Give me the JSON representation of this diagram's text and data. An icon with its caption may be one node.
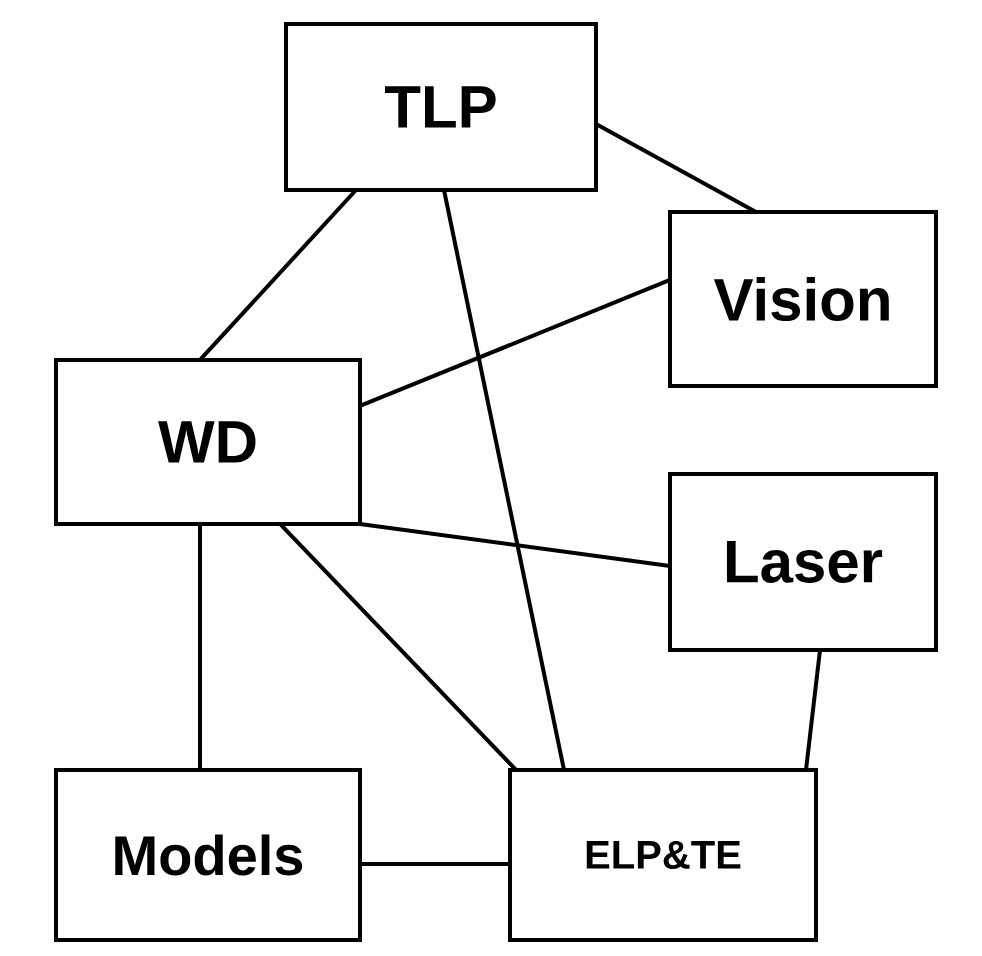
{
  "diagram": {
    "nodes": [
      {
        "text": [
          "TLP"
        ]
      },
      {
        "text": [
          "Vision"
        ]
      },
      {
        "text": [
          "WD"
        ]
      },
      {
        "text": [
          "Laser"
        ]
      },
      {
        "text": [
          "Models"
        ]
      },
      {
        "text": [
          "ELP&TE"
        ]
      }
    ],
    "edges": [
      {
        "from": 0,
        "to": 2,
        "arrow": "none"
      },
      {
        "from": 0,
        "to": 1,
        "arrow": "none"
      },
      {
        "from": 0,
        "to": 5,
        "arrow": "none"
      },
      {
        "from": 1,
        "to": 2,
        "arrow": "none"
      },
      {
        "from": 2,
        "to": 3,
        "arrow": "none"
      },
      {
        "from": 2,
        "to": 4,
        "arrow": "none"
      },
      {
        "from": 2,
        "to": 5,
        "arrow": "none"
      },
      {
        "from": 3,
        "to": 5,
        "arrow": "none"
      },
      {
        "from": 4,
        "to": 5,
        "arrow": "none"
      }
    ]
  }
}
